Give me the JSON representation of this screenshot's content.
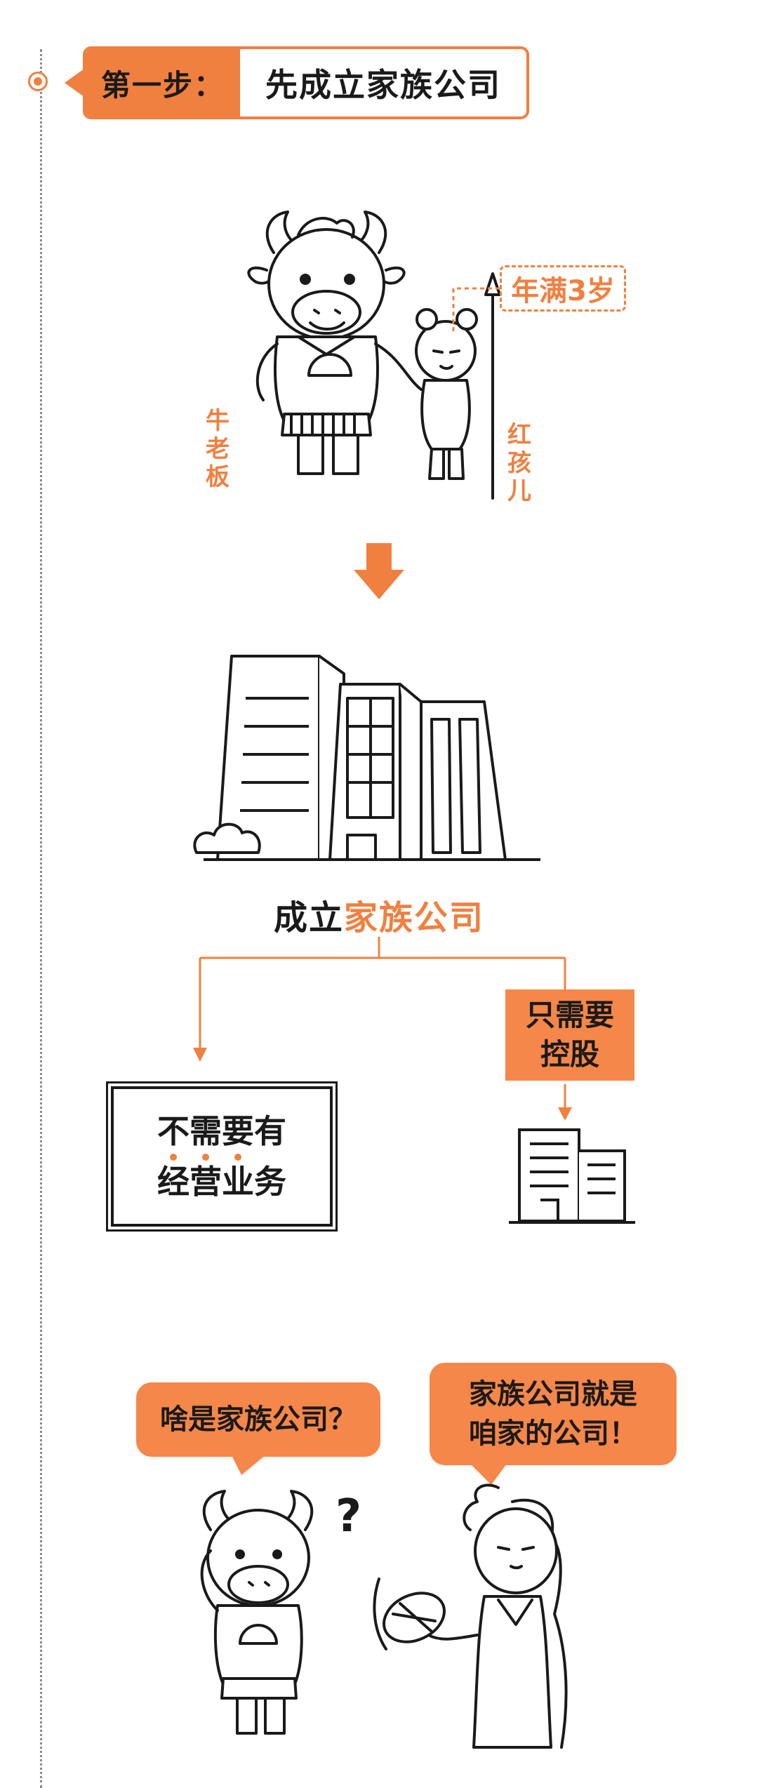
{
  "step": {
    "label": "第一步：",
    "title": "先成立家族公司"
  },
  "characters": {
    "boss_label": [
      "牛",
      "老",
      "板"
    ],
    "child_label": [
      "红",
      "孩",
      "儿"
    ],
    "age_tag": "年满3岁"
  },
  "company": {
    "title_plain": "成立",
    "title_highlight": "家族公司"
  },
  "branches": {
    "no_need_line1_dotted": [
      "不",
      "需",
      "要"
    ],
    "no_need_line1_rest": "有",
    "no_need_line2": "经营业务",
    "hold_line1": "只需要",
    "hold_line2": "控股"
  },
  "dialogue": {
    "question": "啥是家族公司？",
    "answer_line1": "家族公司就是",
    "answer_line2": "咱家的公司！",
    "question_mark": "?"
  },
  "colors": {
    "accent": "#f08040",
    "bubble": "#f5874a",
    "ink": "#1a1a1a"
  }
}
